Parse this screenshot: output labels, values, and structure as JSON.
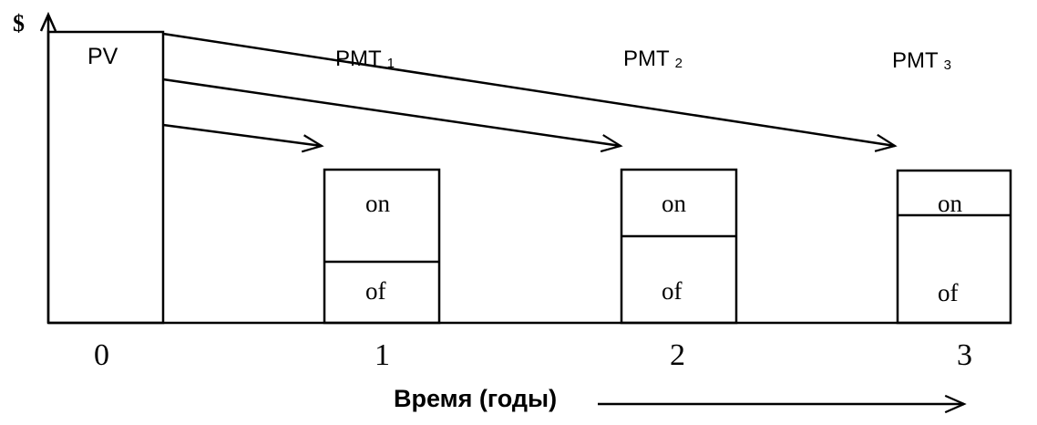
{
  "diagram": {
    "y_axis_label": "$",
    "x_axis_label": "Время (годы)",
    "pv_label": "PV",
    "time_ticks": [
      "0",
      "1",
      "2",
      "3"
    ],
    "payments": [
      {
        "label": "PMT",
        "index": "1",
        "top": "on",
        "bottom": "of"
      },
      {
        "label": "PMT",
        "index": "2",
        "top": "on",
        "bottom": "of"
      },
      {
        "label": "PMT",
        "index": "3",
        "top": "on",
        "bottom": "of"
      }
    ]
  }
}
